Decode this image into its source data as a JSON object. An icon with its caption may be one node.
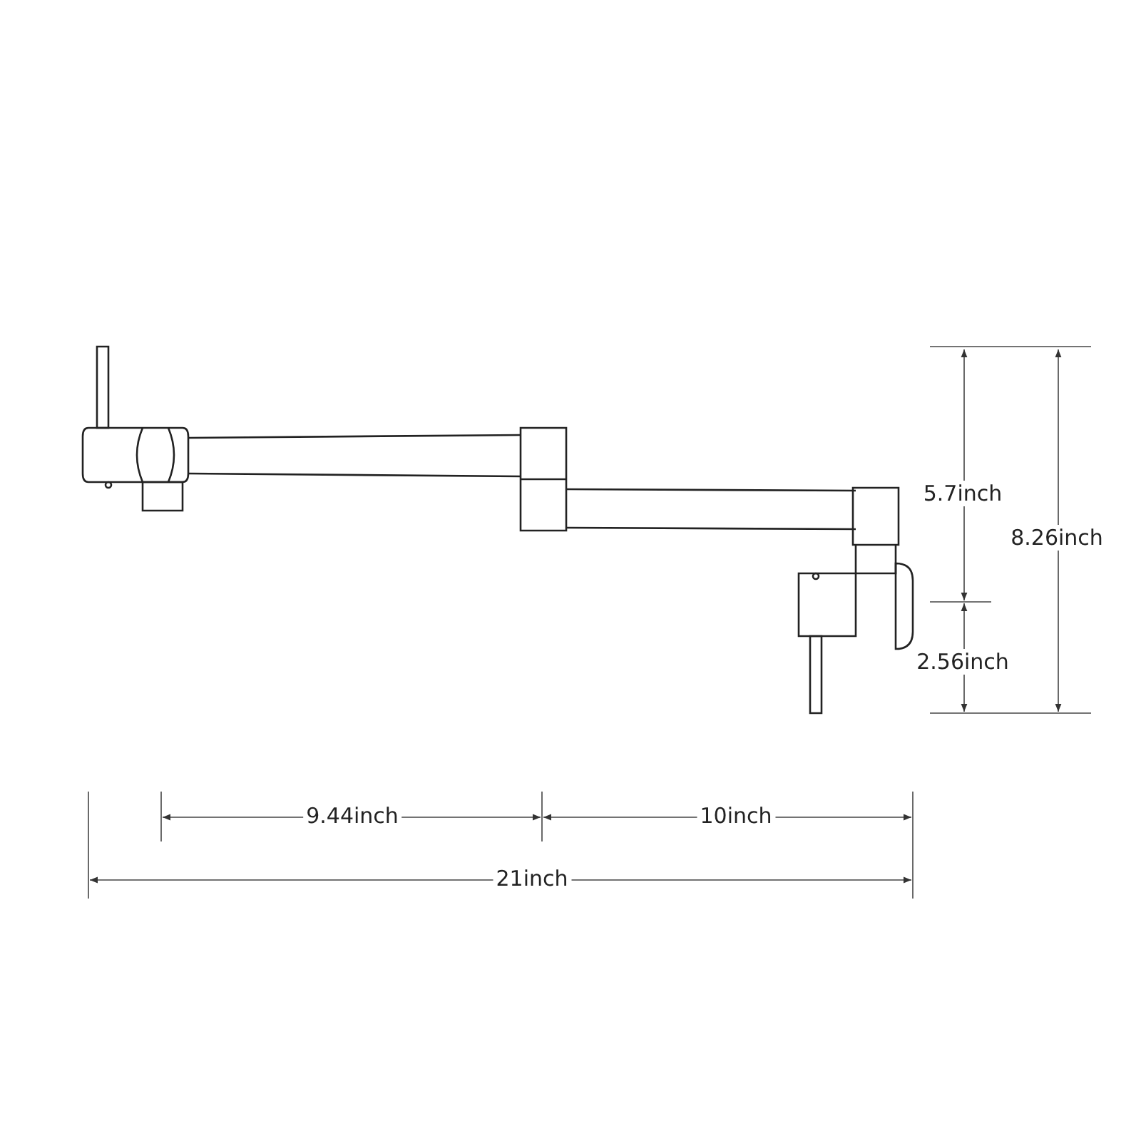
{
  "diagram": {
    "labels": [
      "5.7inch",
      "8.26inch",
      "2.56inch",
      "9.44inch",
      "10inch",
      "21inch"
    ]
  }
}
